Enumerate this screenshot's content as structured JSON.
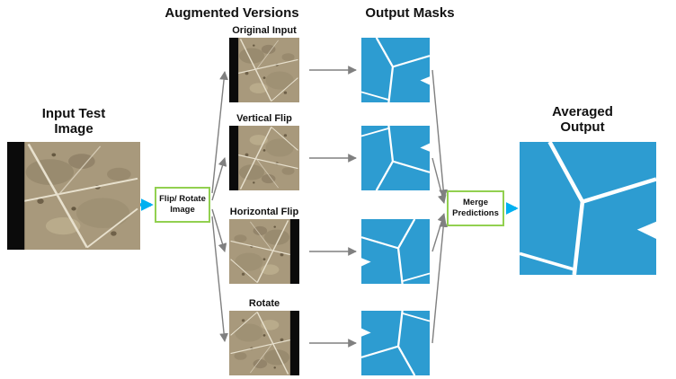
{
  "headers": {
    "augmented_versions": "Augmented Versions",
    "output_masks": "Output Masks"
  },
  "labels": {
    "input_test_image": "Input Test Image",
    "averaged_output": "Averaged Output"
  },
  "augmented": [
    {
      "label": "Original Input"
    },
    {
      "label": "Vertical Flip"
    },
    {
      "label": "Horizontal Flip"
    },
    {
      "label": "Rotate"
    }
  ],
  "boxes": {
    "flip_rotate": "Flip/ Rotate Image",
    "merge_predictions": "Merge Predictions"
  },
  "colors": {
    "mask_blue": "#2D9CD1",
    "road_white": "#FFFFFF",
    "accent_cyan": "#00B0F0",
    "box_green": "#92D050",
    "arrow_gray": "#808080",
    "terrain_tan": "#A8997C"
  }
}
